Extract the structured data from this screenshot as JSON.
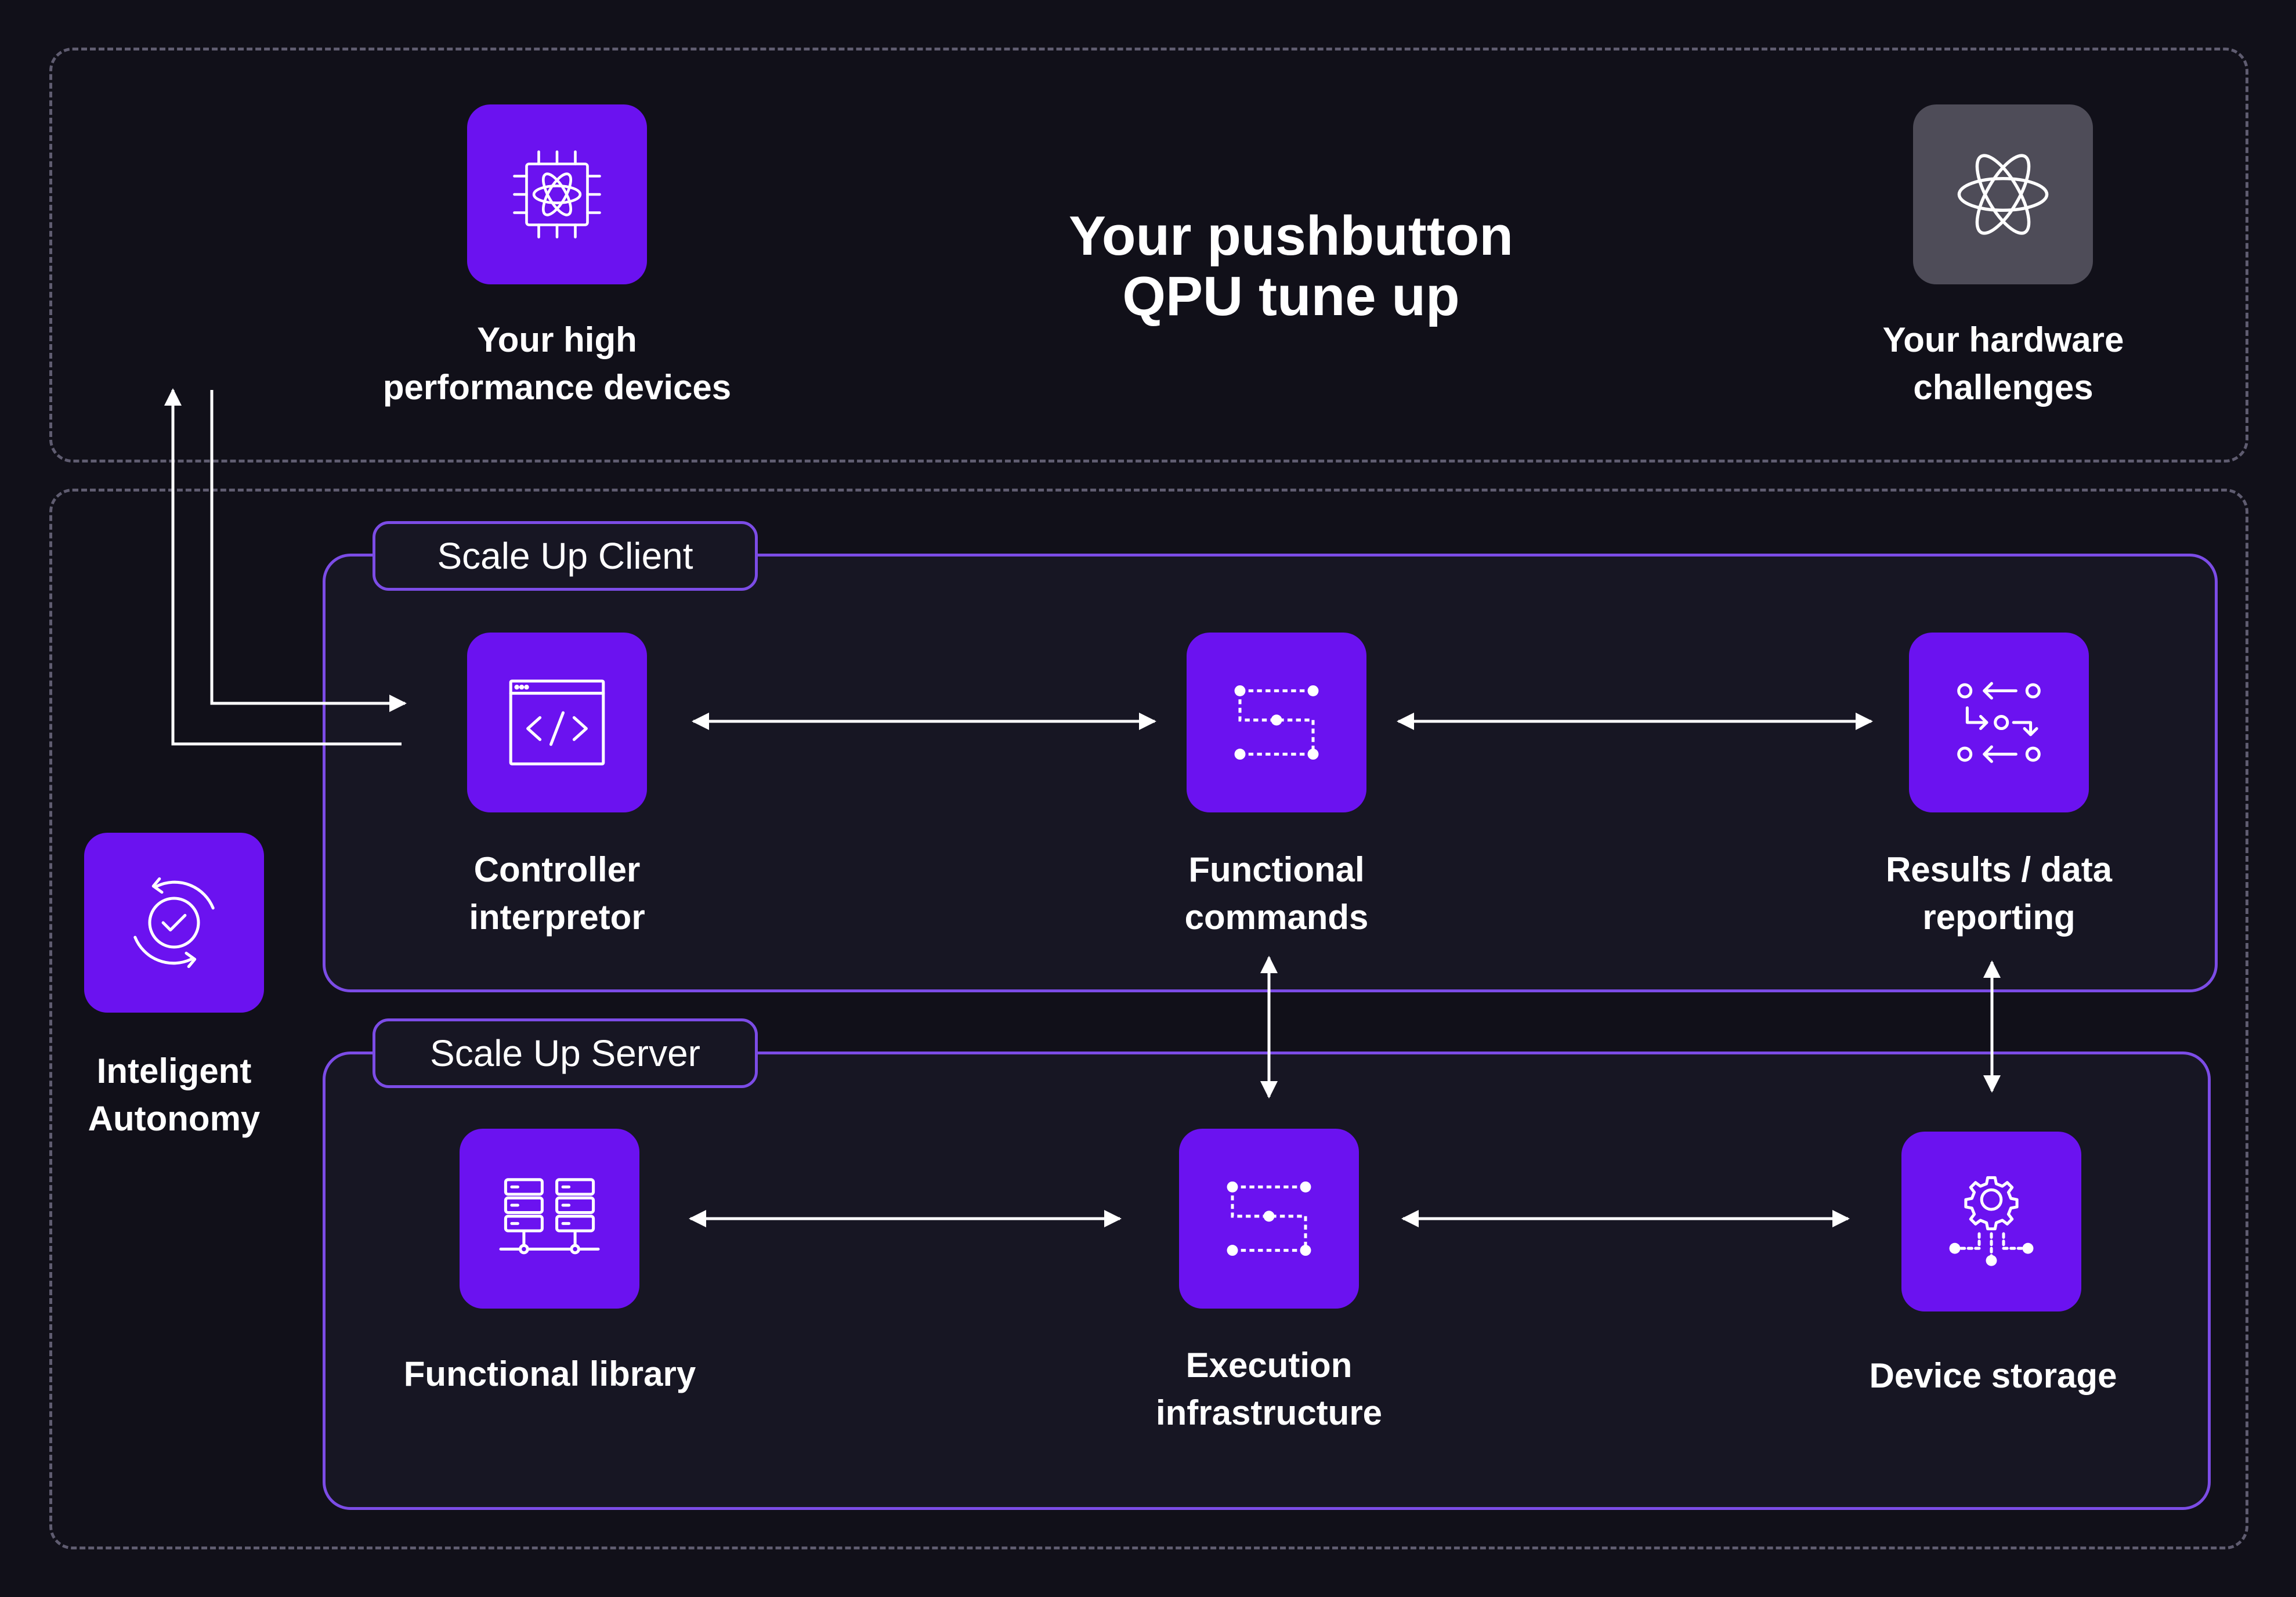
{
  "header": {
    "title": "Your pushbutton\nQPU tune up",
    "left_device_label": "Your high\nperformance devices",
    "right_device_label": "Your hardware\nchallenges"
  },
  "side": {
    "autonomy_label": "Inteligent\nAutonomy"
  },
  "client": {
    "tab_label": "Scale Up Client",
    "items": [
      {
        "label": "Controller\ninterpretor",
        "icon": "code-window-icon"
      },
      {
        "label": "Functional\ncommands",
        "icon": "flow-path-icon"
      },
      {
        "label": "Results / data\nreporting",
        "icon": "data-flow-icon"
      }
    ]
  },
  "server": {
    "tab_label": "Scale Up Server",
    "items": [
      {
        "label": "Functional library",
        "icon": "server-rack-icon"
      },
      {
        "label": "Execution\ninfrastructure",
        "icon": "flow-path-icon"
      },
      {
        "label": "Device storage",
        "icon": "gear-network-icon"
      }
    ]
  },
  "colors": {
    "background": "#111019",
    "panel": "#171623",
    "accent": "#6b12f0",
    "panel_border": "#7c4ce6",
    "dashed_border": "#5f5c70",
    "gray_tile": "#4e4c58"
  }
}
